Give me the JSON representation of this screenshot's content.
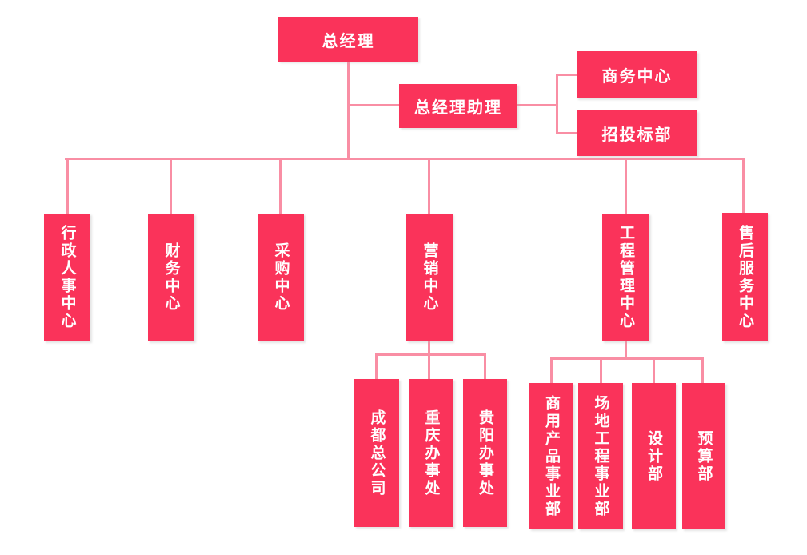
{
  "colors": {
    "box": "#FA335A",
    "line": "#F98EA4",
    "text": "#FFFFFF",
    "canvas": "#FFFFFF"
  },
  "nodes": {
    "general_manager": "总经理",
    "gm_assistant": "总经理助理",
    "business_center": "商务中心",
    "bidding_dept": "招投标部",
    "admin_hr_center": "行政人事中心",
    "finance_center": "财务中心",
    "purchasing_center": "采购中心",
    "marketing_center": "营销中心",
    "engineering_mgmt_center": "工程管理中心",
    "aftersales_service_center": "售后服务中心",
    "chengdu_hq": "成都总公司",
    "chongqing_office": "重庆办事处",
    "guiyang_office": "贵阳办事处",
    "commercial_product_div": "商用产品事业部",
    "site_engineering_div": "场地工程事业部",
    "design_dept": "设计部",
    "budget_dept": "预算部"
  }
}
